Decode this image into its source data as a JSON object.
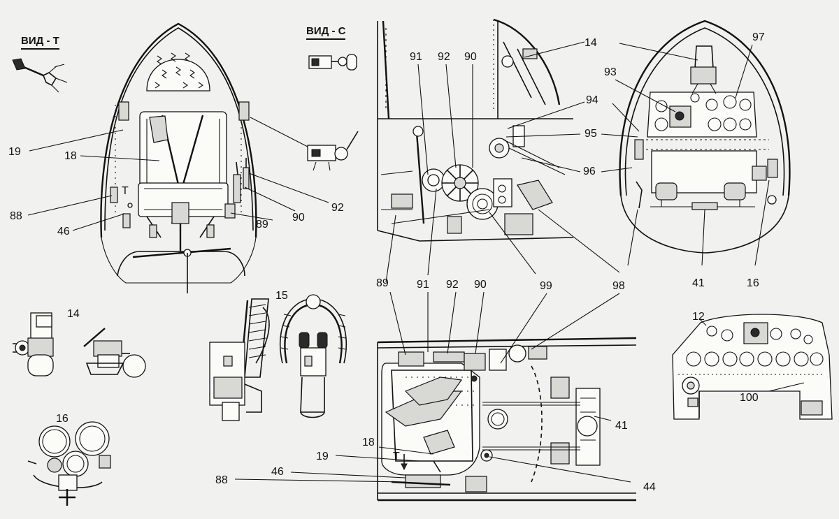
{
  "views": {
    "view_t": "ВИД - Т",
    "view_c": "ВИД - С"
  },
  "labels": {
    "canopy": {
      "l19": "19",
      "l18": "18",
      "l88": "88",
      "l46": "46",
      "lT": "T",
      "l89": "89",
      "l90": "90",
      "l92": "92"
    },
    "side": {
      "l14": "14",
      "l91": "91",
      "l92": "92",
      "l90": "90",
      "l94": "94",
      "l95": "95",
      "l96": "96"
    },
    "panel": {
      "l97": "97",
      "l93": "93",
      "l41": "41",
      "l16": "16"
    },
    "parts": {
      "l14": "14",
      "l15": "15",
      "l16": "16"
    },
    "mid": {
      "l89": "89",
      "l91": "91",
      "l92": "92",
      "l90": "90",
      "l99": "99",
      "l98": "98"
    },
    "plan": {
      "l41": "41",
      "l18": "18",
      "l19": "19",
      "lT": "T",
      "l46": "46",
      "l88": "88",
      "l44": "44"
    },
    "dash": {
      "l12": "12",
      "l100": "100"
    }
  }
}
